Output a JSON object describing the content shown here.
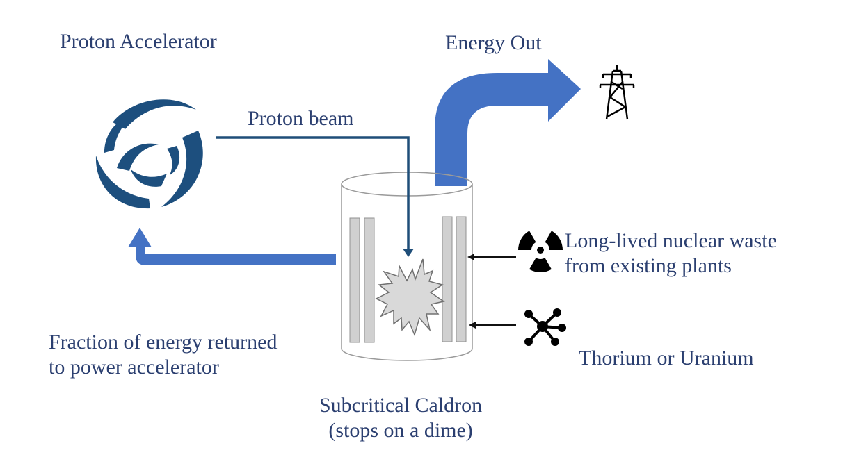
{
  "labels": {
    "proton_accelerator": "Proton Accelerator",
    "energy_out": "Energy Out",
    "proton_beam": "Proton beam",
    "waste_line1": "Long-lived nuclear waste",
    "waste_line2": "from existing plants",
    "thorium": "Thorium or Uranium",
    "fraction_line1": "Fraction of energy returned",
    "fraction_line2": "to power accelerator",
    "caldron_line1": "Subcritical Caldron",
    "caldron_line2": "(stops on a dime)"
  },
  "icons": [
    "accelerator-swirl-icon",
    "power-tower-icon",
    "radiation-icon",
    "molecule-icon",
    "explosion-icon"
  ],
  "colors": {
    "text": "#2b3f70",
    "arrow_blue": "#4472c4",
    "beam_dark": "#1f4e79",
    "swirl": "#1d4f7e",
    "rod_gray": "#d0d0d0",
    "burst_gray": "#d9d9d9"
  }
}
